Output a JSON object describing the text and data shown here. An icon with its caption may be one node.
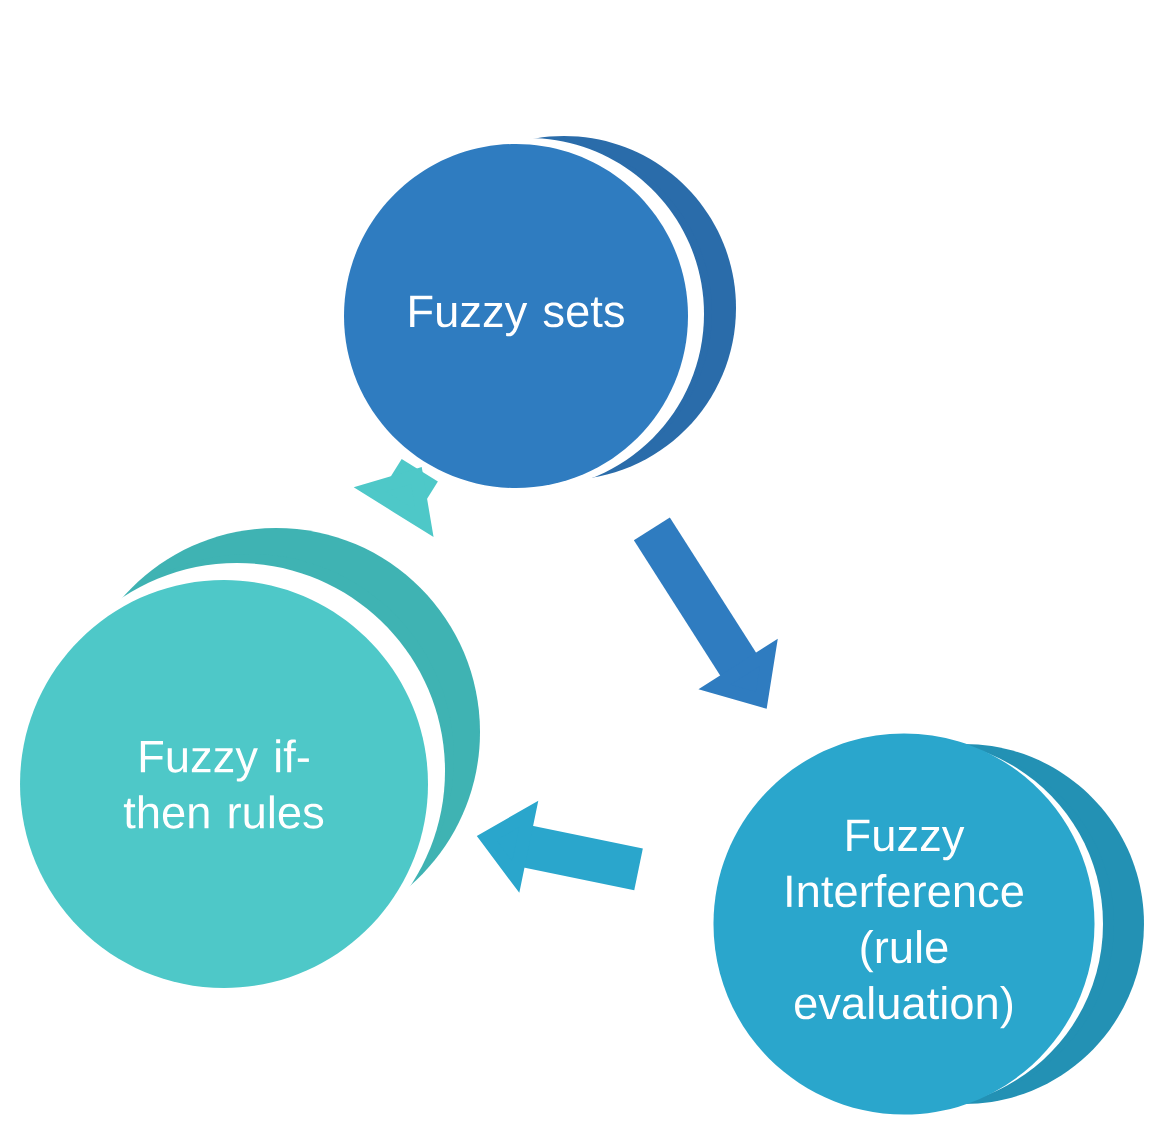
{
  "diagram": {
    "nodes": [
      {
        "text": [
          "Fuzzy sets"
        ]
      },
      {
        "text": [
          "Fuzzy Interference (rule evaluation)"
        ]
      },
      {
        "text": [
          "Fuzzy if- then rules"
        ]
      }
    ],
    "edges": [
      {
        "from": 0,
        "to": 1,
        "arrow": "to"
      },
      {
        "from": 1,
        "to": 2,
        "arrow": "to"
      },
      {
        "from": 2,
        "to": 0,
        "arrow": "to"
      }
    ]
  }
}
